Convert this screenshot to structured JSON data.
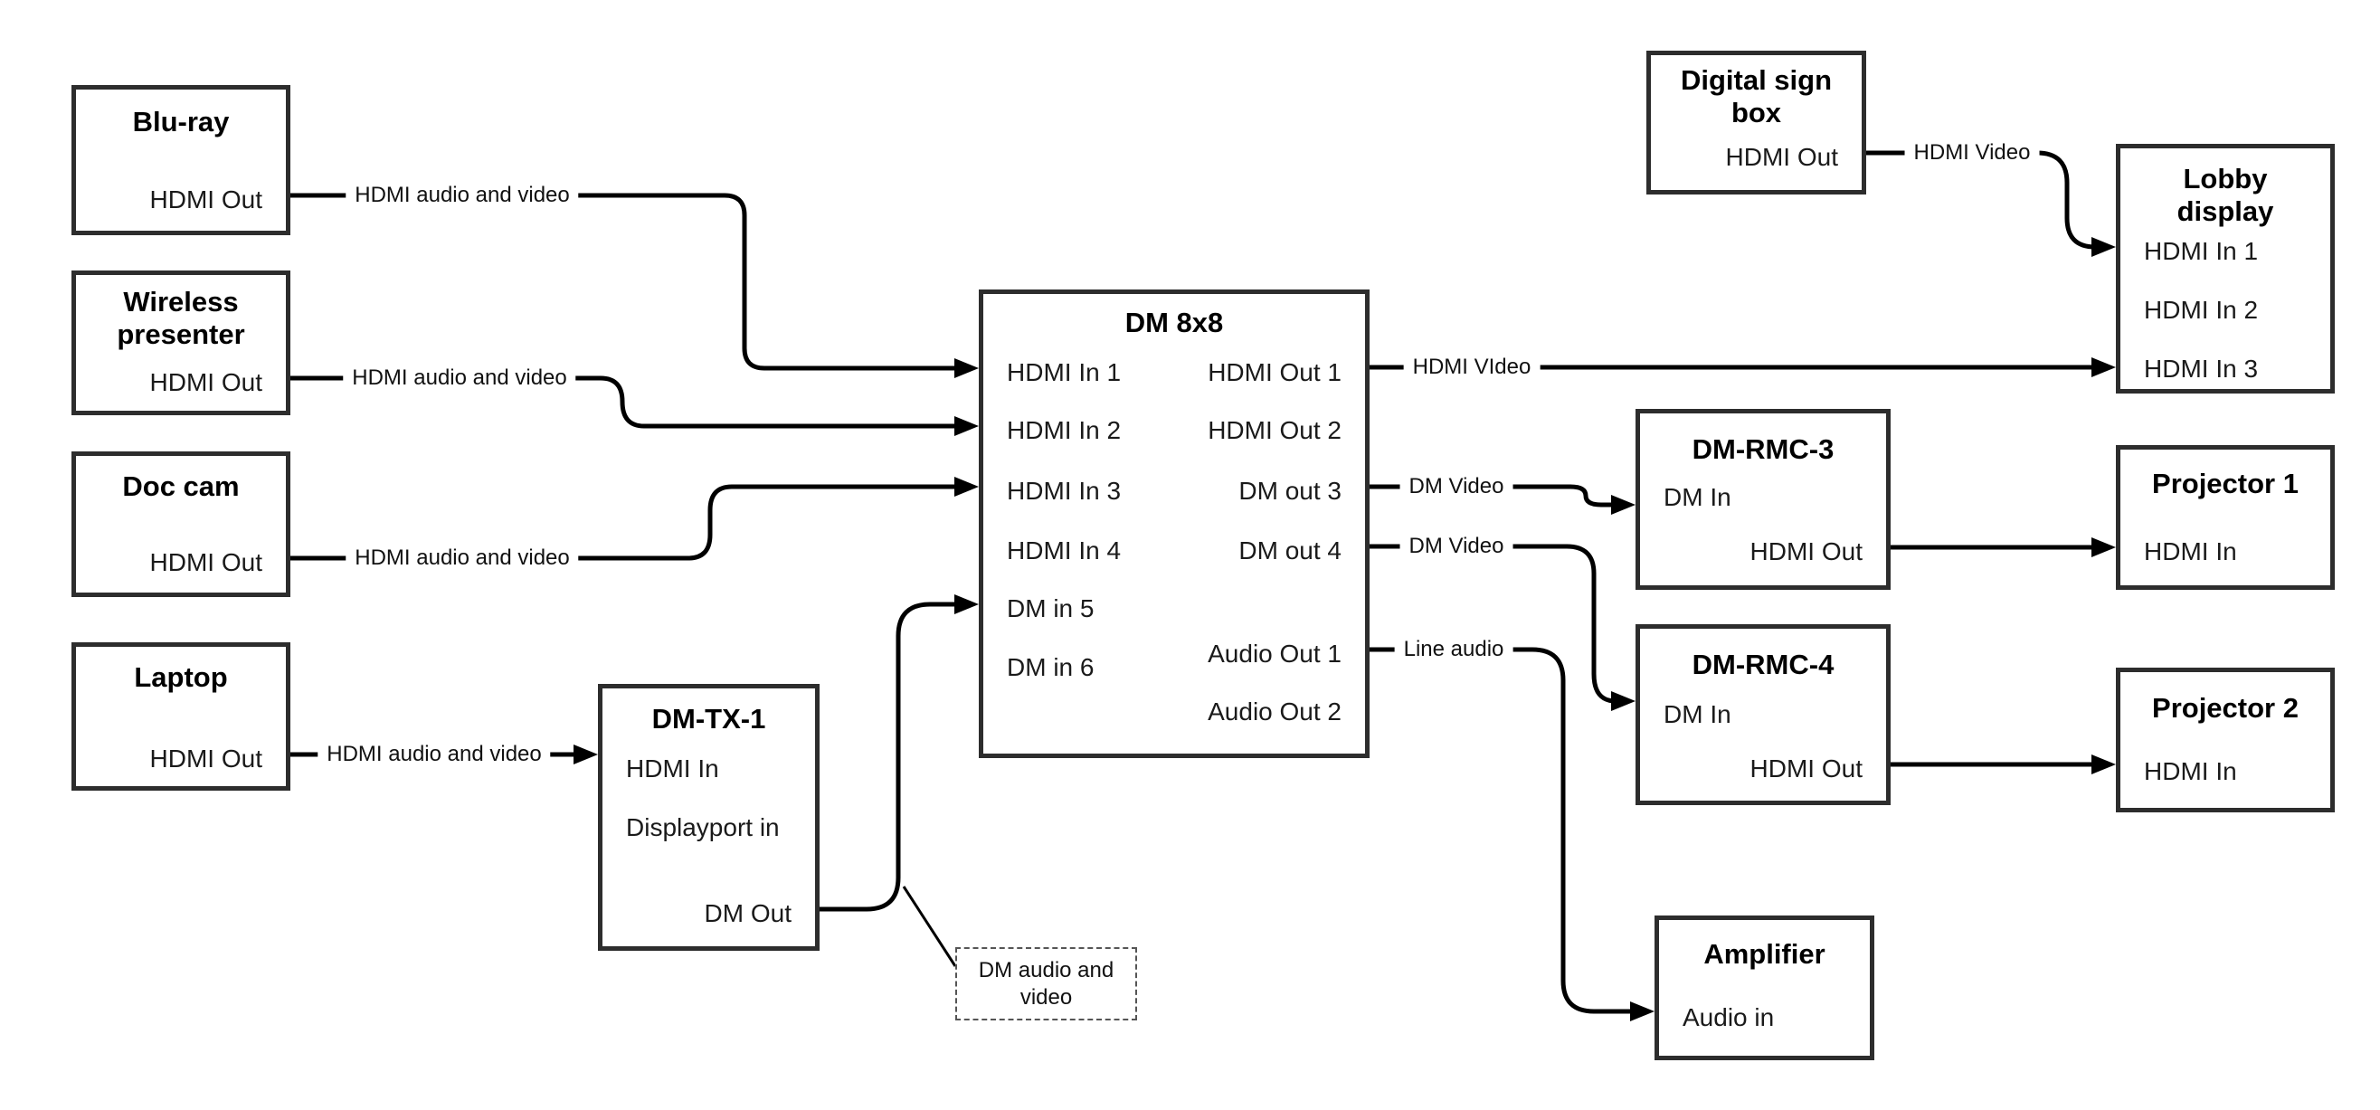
{
  "diagram": {
    "colors": {
      "wire": "#000000",
      "box_border": "#2d2d2d",
      "background": "#ffffff"
    },
    "nodes": {
      "bluray": {
        "title": "Blu-ray",
        "hdmi_out": "HDMI Out"
      },
      "wireless_presenter": {
        "title": "Wireless presenter",
        "hdmi_out": "HDMI Out"
      },
      "doc_cam": {
        "title": "Doc cam",
        "hdmi_out": "HDMI Out"
      },
      "laptop": {
        "title": "Laptop",
        "hdmi_out": "HDMI Out"
      },
      "dm_tx_1": {
        "title": "DM-TX-1",
        "hdmi_in": "HDMI In",
        "displayport_in": "Displayport in",
        "dm_out": "DM Out"
      },
      "dm_8x8": {
        "title": "DM 8x8",
        "inputs": [
          "HDMI In 1",
          "HDMI In 2",
          "HDMI In 3",
          "HDMI In 4",
          "DM in 5",
          "DM in 6"
        ],
        "outputs": [
          "HDMI Out 1",
          "HDMI Out 2",
          "DM out 3",
          "DM out 4",
          "Audio Out 1",
          "Audio Out 2"
        ]
      },
      "digital_sign_box": {
        "title": "Digital sign box",
        "hdmi_out": "HDMI Out"
      },
      "lobby_display": {
        "title": "Lobby display",
        "inputs": [
          "HDMI In 1",
          "HDMI In 2",
          "HDMI In 3"
        ]
      },
      "dm_rmc_3": {
        "title": "DM-RMC-3",
        "dm_in": "DM In",
        "hdmi_out": "HDMI Out"
      },
      "projector_1": {
        "title": "Projector 1",
        "hdmi_in": "HDMI In"
      },
      "dm_rmc_4": {
        "title": "DM-RMC-4",
        "dm_in": "DM In",
        "hdmi_out": "HDMI Out"
      },
      "projector_2": {
        "title": "Projector 2",
        "hdmi_in": "HDMI In"
      },
      "amplifier": {
        "title": "Amplifier",
        "audio_in": "Audio in"
      }
    },
    "wire_labels": {
      "bluray_to_dm8x8": "HDMI audio and video",
      "wireless_to_dm8x8": "HDMI audio and video",
      "doccam_to_dm8x8": "HDMI audio and video",
      "laptop_to_dmtx1": "HDMI audio and video",
      "hdmi_out1_to_lobby": "HDMI VIdeo",
      "dm_out3_to_rmc3": "DM Video",
      "dm_out4_to_rmc4": "DM Video",
      "audio_out1_to_amp": "Line audio",
      "digital_sign_to_lobby": "HDMI Video",
      "annotation": "DM audio and video"
    }
  }
}
